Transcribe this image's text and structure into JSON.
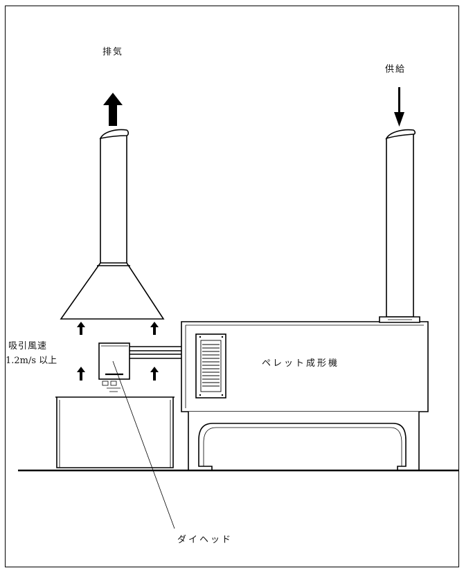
{
  "labels": {
    "exhaust": "排気",
    "supply": "供給",
    "suction_speed_line1": "吸引風速",
    "suction_speed_line2": "1.2m/s 以上",
    "pellet_machine": "ペレット成形機",
    "die_head": "ダイヘッド"
  },
  "colors": {
    "line": "#000000",
    "background": "#ffffff"
  }
}
